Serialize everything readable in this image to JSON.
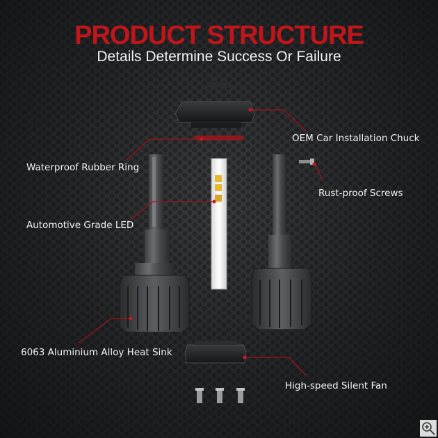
{
  "header": {
    "title": "PRODUCT STRUCTURE",
    "subtitle": "Details Determine Success Or Failure"
  },
  "callouts": {
    "oem_chuck": "OEM Car Installation Chuck",
    "rubber_ring": "Waterproof Rubber Ring",
    "screws": "Rust-proof Screws",
    "led": "Automotive Grade LED",
    "heat_sink": "6063 Aluminium Alloy Heat Sink",
    "fan": "High-speed Silent Fan"
  },
  "colors": {
    "title": "#c0161b",
    "leader_line": "#a0141a",
    "background": "#232426"
  },
  "icons": {
    "zoom": "zoom-in-icon"
  }
}
